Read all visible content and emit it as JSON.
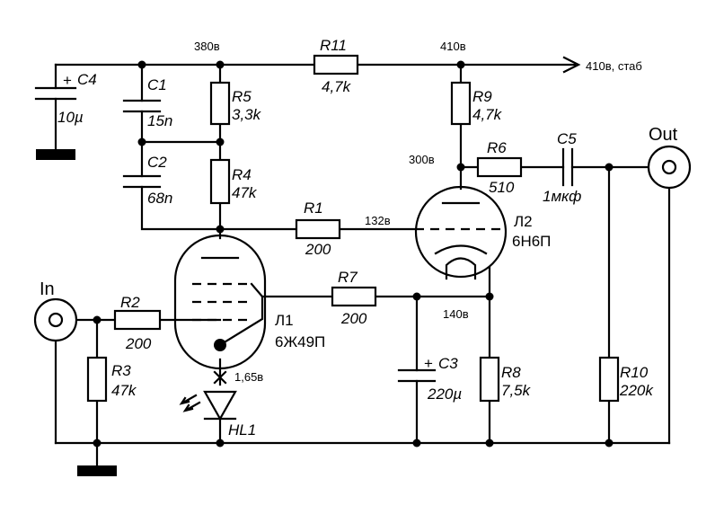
{
  "voltages": {
    "v380": "380в",
    "v410": "410в",
    "v410_stab": "410в, стаб",
    "v300": "300в",
    "v132": "132в",
    "v140": "140в",
    "v165": "1,65в"
  },
  "components": {
    "r1": {
      "name": "R1",
      "value": "200"
    },
    "r2": {
      "name": "R2",
      "value": "200"
    },
    "r3": {
      "name": "R3",
      "value": "47k"
    },
    "r4": {
      "name": "R4",
      "value": "47k"
    },
    "r5": {
      "name": "R5",
      "value": "3,3k"
    },
    "r6": {
      "name": "R6",
      "value": "510"
    },
    "r7": {
      "name": "R7",
      "value": "200"
    },
    "r8": {
      "name": "R8",
      "value": "7,5k"
    },
    "r9": {
      "name": "R9",
      "value": "4,7k"
    },
    "r10": {
      "name": "R10",
      "value": "220k"
    },
    "r11": {
      "name": "R11",
      "value": "4,7k"
    },
    "c1": {
      "name": "C1",
      "value": "15n"
    },
    "c2": {
      "name": "C2",
      "value": "68n"
    },
    "c3": {
      "name": "C3",
      "value": "220µ"
    },
    "c4": {
      "name": "C4",
      "value": "10µ"
    },
    "c5": {
      "name": "C5",
      "value": "1мкф"
    },
    "hl1": {
      "name": "HL1"
    },
    "l1": {
      "name": "Л1",
      "type": "6Ж49П"
    },
    "l2": {
      "name": "Л2",
      "type": "6Н6П"
    }
  },
  "ports": {
    "in": "In",
    "out": "Out"
  },
  "polarity": {
    "plus": "+"
  }
}
